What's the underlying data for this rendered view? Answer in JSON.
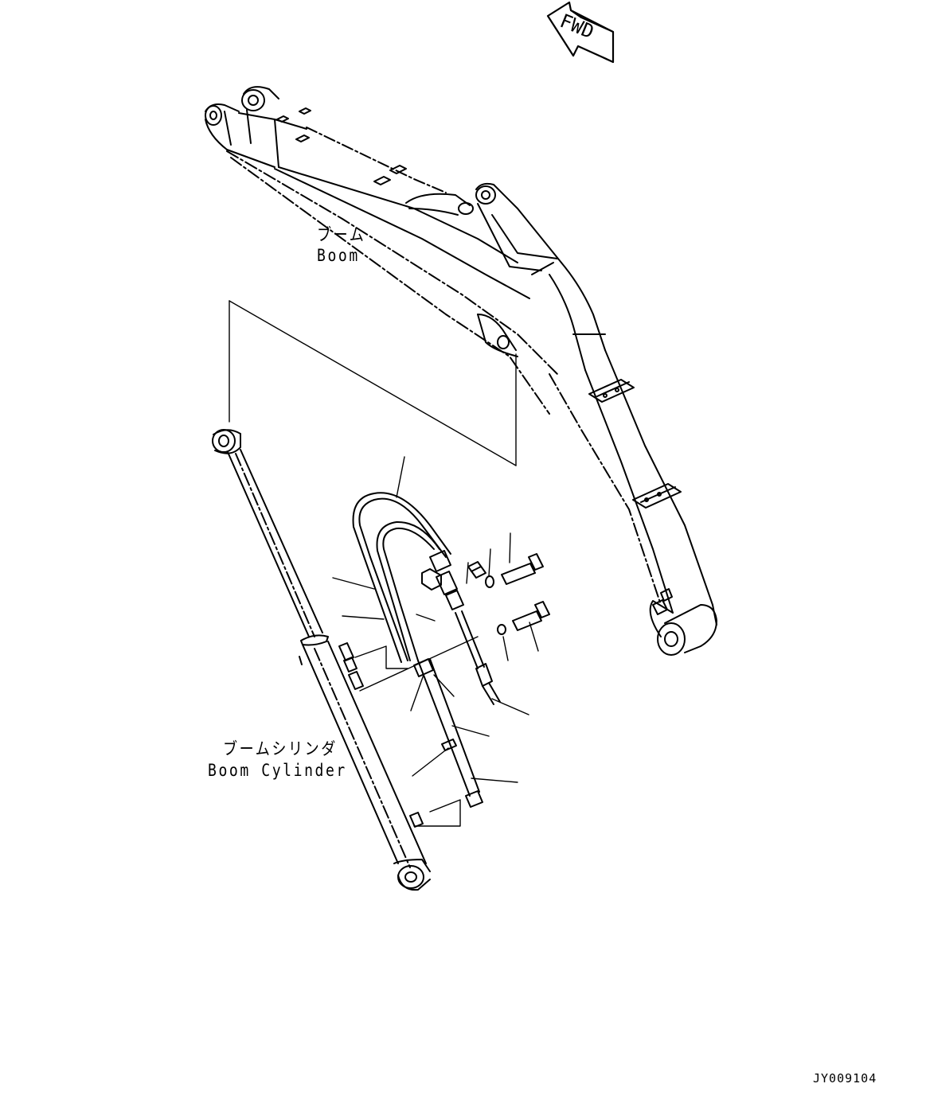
{
  "direction_marker": {
    "text": "FWD"
  },
  "boom_label": {
    "jp": "ブーム",
    "en": "Boom"
  },
  "cylinder_label": {
    "jp": "ブームシリンダ",
    "en": "Boom Cylinder"
  },
  "drawing_code": "JY009104"
}
